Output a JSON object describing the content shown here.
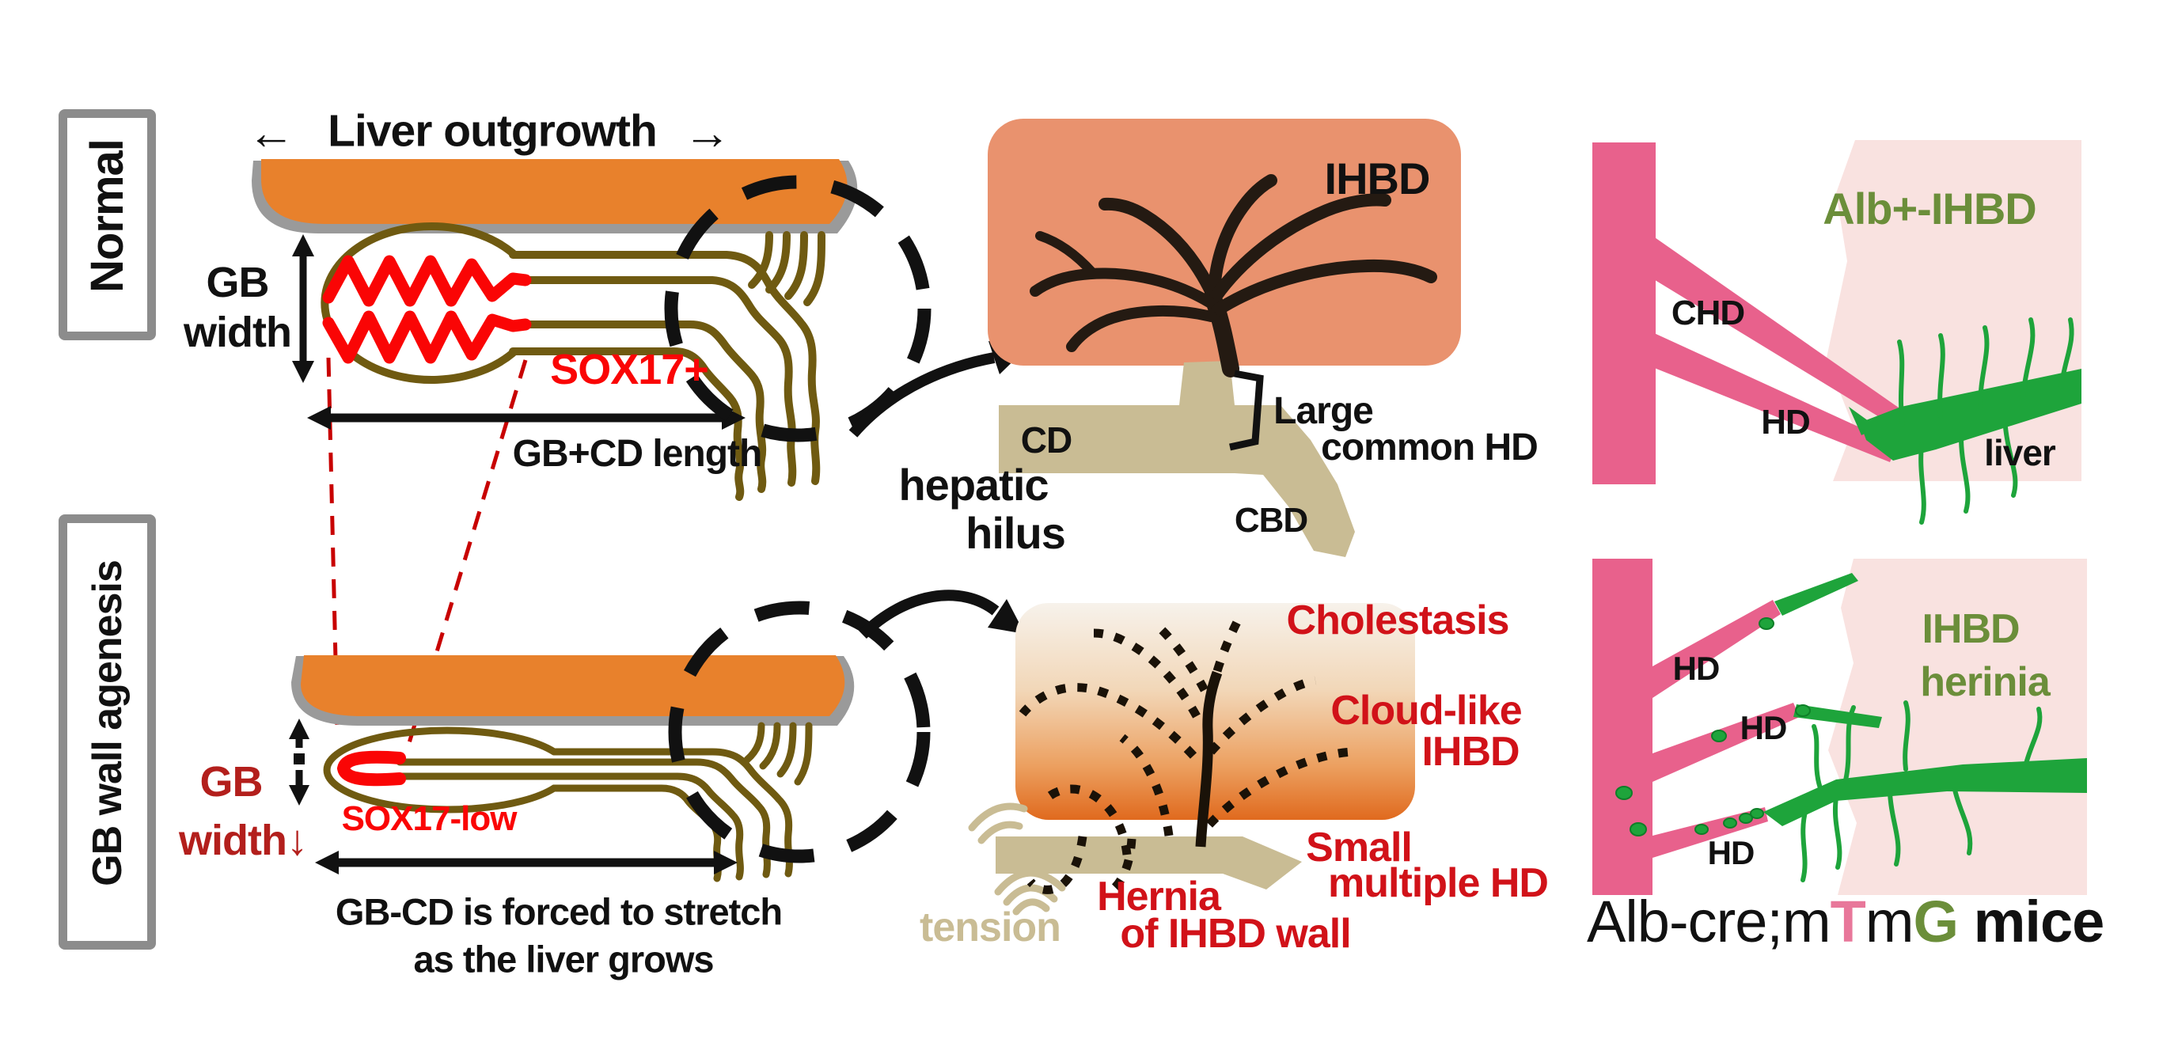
{
  "colors": {
    "liver_orange": "#E8812C",
    "liver_rim_gray": "#9A9A9A",
    "duct_olive": "#6F5A11",
    "sox17_red": "#FA0505",
    "agenesis_dark_red": "#B31F1C",
    "pathology_red": "#D11219",
    "hilus_panel_salmon": "#E9926E",
    "duct_tan": "#C9BC94",
    "mouse_duct_pink": "#E8618C",
    "mouse_liver_pink": "#F9E2E0",
    "gfp_green": "#1EA43B",
    "green_label": "#6B8E3A",
    "tree_black": "#241A12",
    "caption_pink": "#E8779A"
  },
  "left_rail": {
    "normal": "Normal",
    "agenesis": "GB wall agenesis"
  },
  "normal_row": {
    "arrow_left": "←",
    "header": "Liver outgrowth",
    "arrow_right": "→",
    "gb_width_line1": "GB",
    "gb_width_line2": "width",
    "sox17": "SOX17+",
    "length_label": "GB+CD length"
  },
  "hilus_caption": {
    "line1": "hepatic",
    "line2": "hilus"
  },
  "normal_hilus_panel": {
    "ihbd": "IHBD",
    "cd": "CD",
    "cbd": "CBD",
    "hd_line1": "Large",
    "hd_line2": "common HD"
  },
  "normal_mouse_panel": {
    "title": "Alb+-IHBD",
    "chd": "CHD",
    "hd": "HD",
    "liver": "liver"
  },
  "agenesis_row": {
    "gb_width_line1": "GB",
    "gb_width_line2": "width↓",
    "sox17": "SOX17-low",
    "stretch_line1": "GB-CD is forced to stretch",
    "stretch_line2": "as the liver grows"
  },
  "agenesis_hilus_panel": {
    "cholestasis": "Cholestasis",
    "cloud_line1": "Cloud-like",
    "cloud_line2": "IHBD",
    "small_line1": "Small",
    "small_line2": "multiple HD",
    "hernia_line1": "Hernia",
    "hernia_line2": "of IHBD wall",
    "tension": "tension"
  },
  "agenesis_mouse_panel": {
    "title_line1": "IHBD",
    "title_line2": "herinia",
    "hd_top": "HD",
    "hd_mid": "HD",
    "hd_bottom": "HD"
  },
  "caption": {
    "part_black1": "Alb-cre;m",
    "part_pink": "T",
    "part_black2": "m",
    "part_green": "G",
    "part_black3": " mice"
  }
}
